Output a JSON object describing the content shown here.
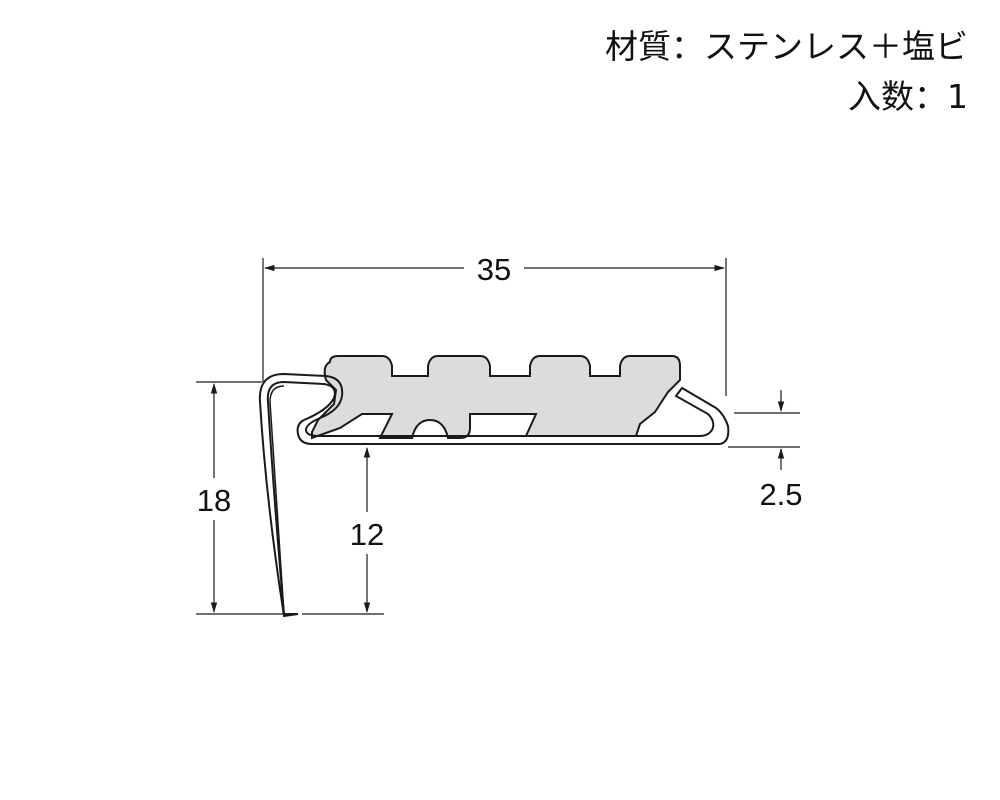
{
  "specs": {
    "material": "材質：ステンレス＋塩ビ",
    "quantity": "入数：1"
  },
  "dimensions": {
    "width": "35",
    "height_total": "18",
    "height_to_base": "12",
    "tread_thickness": "2.5"
  },
  "colors": {
    "line": "#1a1a1a",
    "insert_fill": "#dcdcdc",
    "background": "#ffffff"
  }
}
